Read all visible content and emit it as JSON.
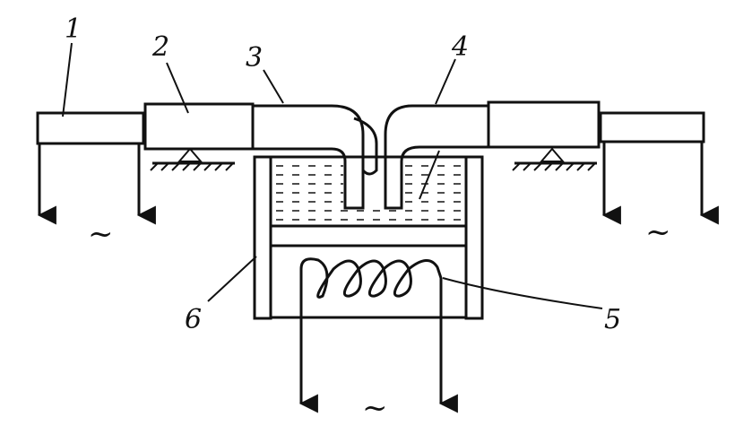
{
  "labels": {
    "part1": "1",
    "part2": "2",
    "part3": "3",
    "part4": "4",
    "part5": "5",
    "part6": "6"
  },
  "symbols": {
    "ac_left": "~",
    "ac_right": "~",
    "ac_bottom": "~"
  },
  "colors": {
    "ink": "#111111",
    "paper": "#ffffff"
  }
}
